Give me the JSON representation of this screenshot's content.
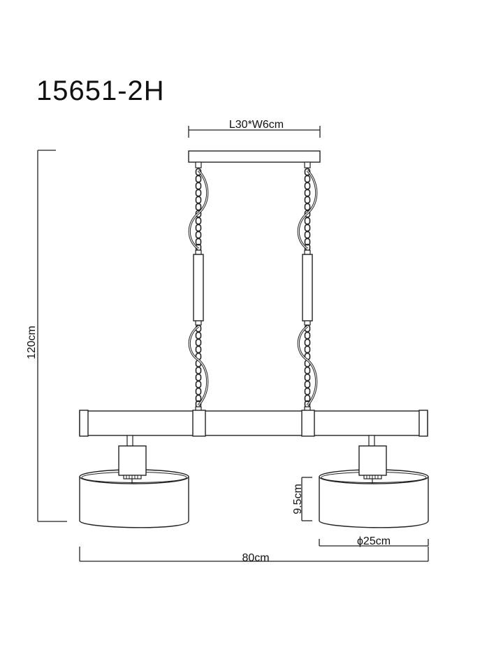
{
  "title": "15651-2H",
  "dimensions": {
    "canopy": "L30*W6cm",
    "total_height": "120cm",
    "total_width": "80cm",
    "shade_height": "9.5cm",
    "shade_diameter": "ϕ25cm"
  },
  "components": {
    "canopy": "ceiling-canopy",
    "suspensions": [
      "left-chain-suspension",
      "right-chain-suspension"
    ],
    "bar": "horizontal-bar",
    "shades": [
      "left-drum-shade",
      "right-drum-shade"
    ]
  },
  "colors": {
    "line": "#222222",
    "background": "#ffffff"
  }
}
